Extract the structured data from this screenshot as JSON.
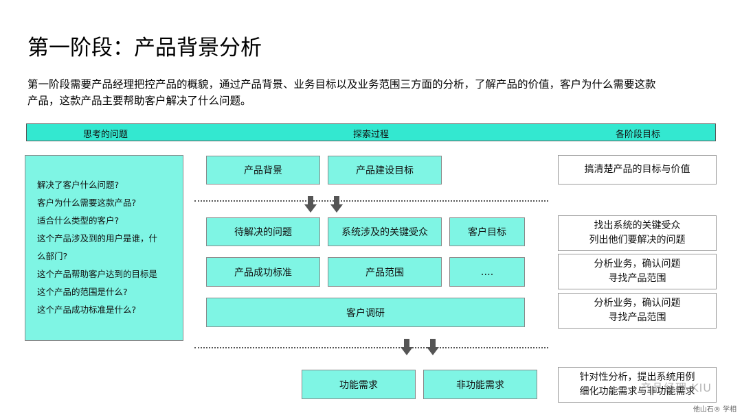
{
  "title": "第一阶段：产品背景分析",
  "intro_line1": "第一阶段需要产品经理把控产品的概貌，通过产品背景、业务目标以及业务范围三方面的分析，了解产品的价值，客户为什么需要这款",
  "intro_line2": "产品，这款产品主要帮助客户解决了什么问题。",
  "header": {
    "col1": "思考的问题",
    "col2": "探索过程",
    "col3": "各阶段目标"
  },
  "questions": [
    "解决了客户什么问题?",
    "客户为什么需要这款产品?",
    "适合什么类型的客户?",
    "这个产品涉及到的用户是谁，什",
    "么部门?",
    "这个产品帮助客户达到的目标是",
    "这个产品的范围是什么?",
    "这个产品成功标准是什么?"
  ],
  "process": {
    "background": "产品背景",
    "build_goal": "产品建设目标",
    "problems": "待解决的问题",
    "stakeholders": "系统涉及的关键受众",
    "customer_goal": "客户目标",
    "success": "产品成功标准",
    "scope": "产品范围",
    "more": "….",
    "research": "客户调研",
    "functional": "功能需求",
    "nonfunctional": "非功能需求"
  },
  "goals": {
    "g1": "搞清楚产品的目标与价值",
    "g2_l1": "找出系统的关键受众",
    "g2_l2": "列出他们要解决的问题",
    "g3_l1": "分析业务，确认问题",
    "g3_l2": "寻找产品范围",
    "g4_l1": "分析业务，确认问题",
    "g4_l2": "寻找产品范围",
    "g5_l1": "针对性分析，提出系统用例",
    "g5_l2": "细化功能需求与非功能需求"
  },
  "watermark": "产品经理 KIU",
  "credit": "他山石® 学相",
  "colors": {
    "accent_header": "#33e8d0",
    "box_fill": "#7ff5e4",
    "arrow": "#555555"
  }
}
